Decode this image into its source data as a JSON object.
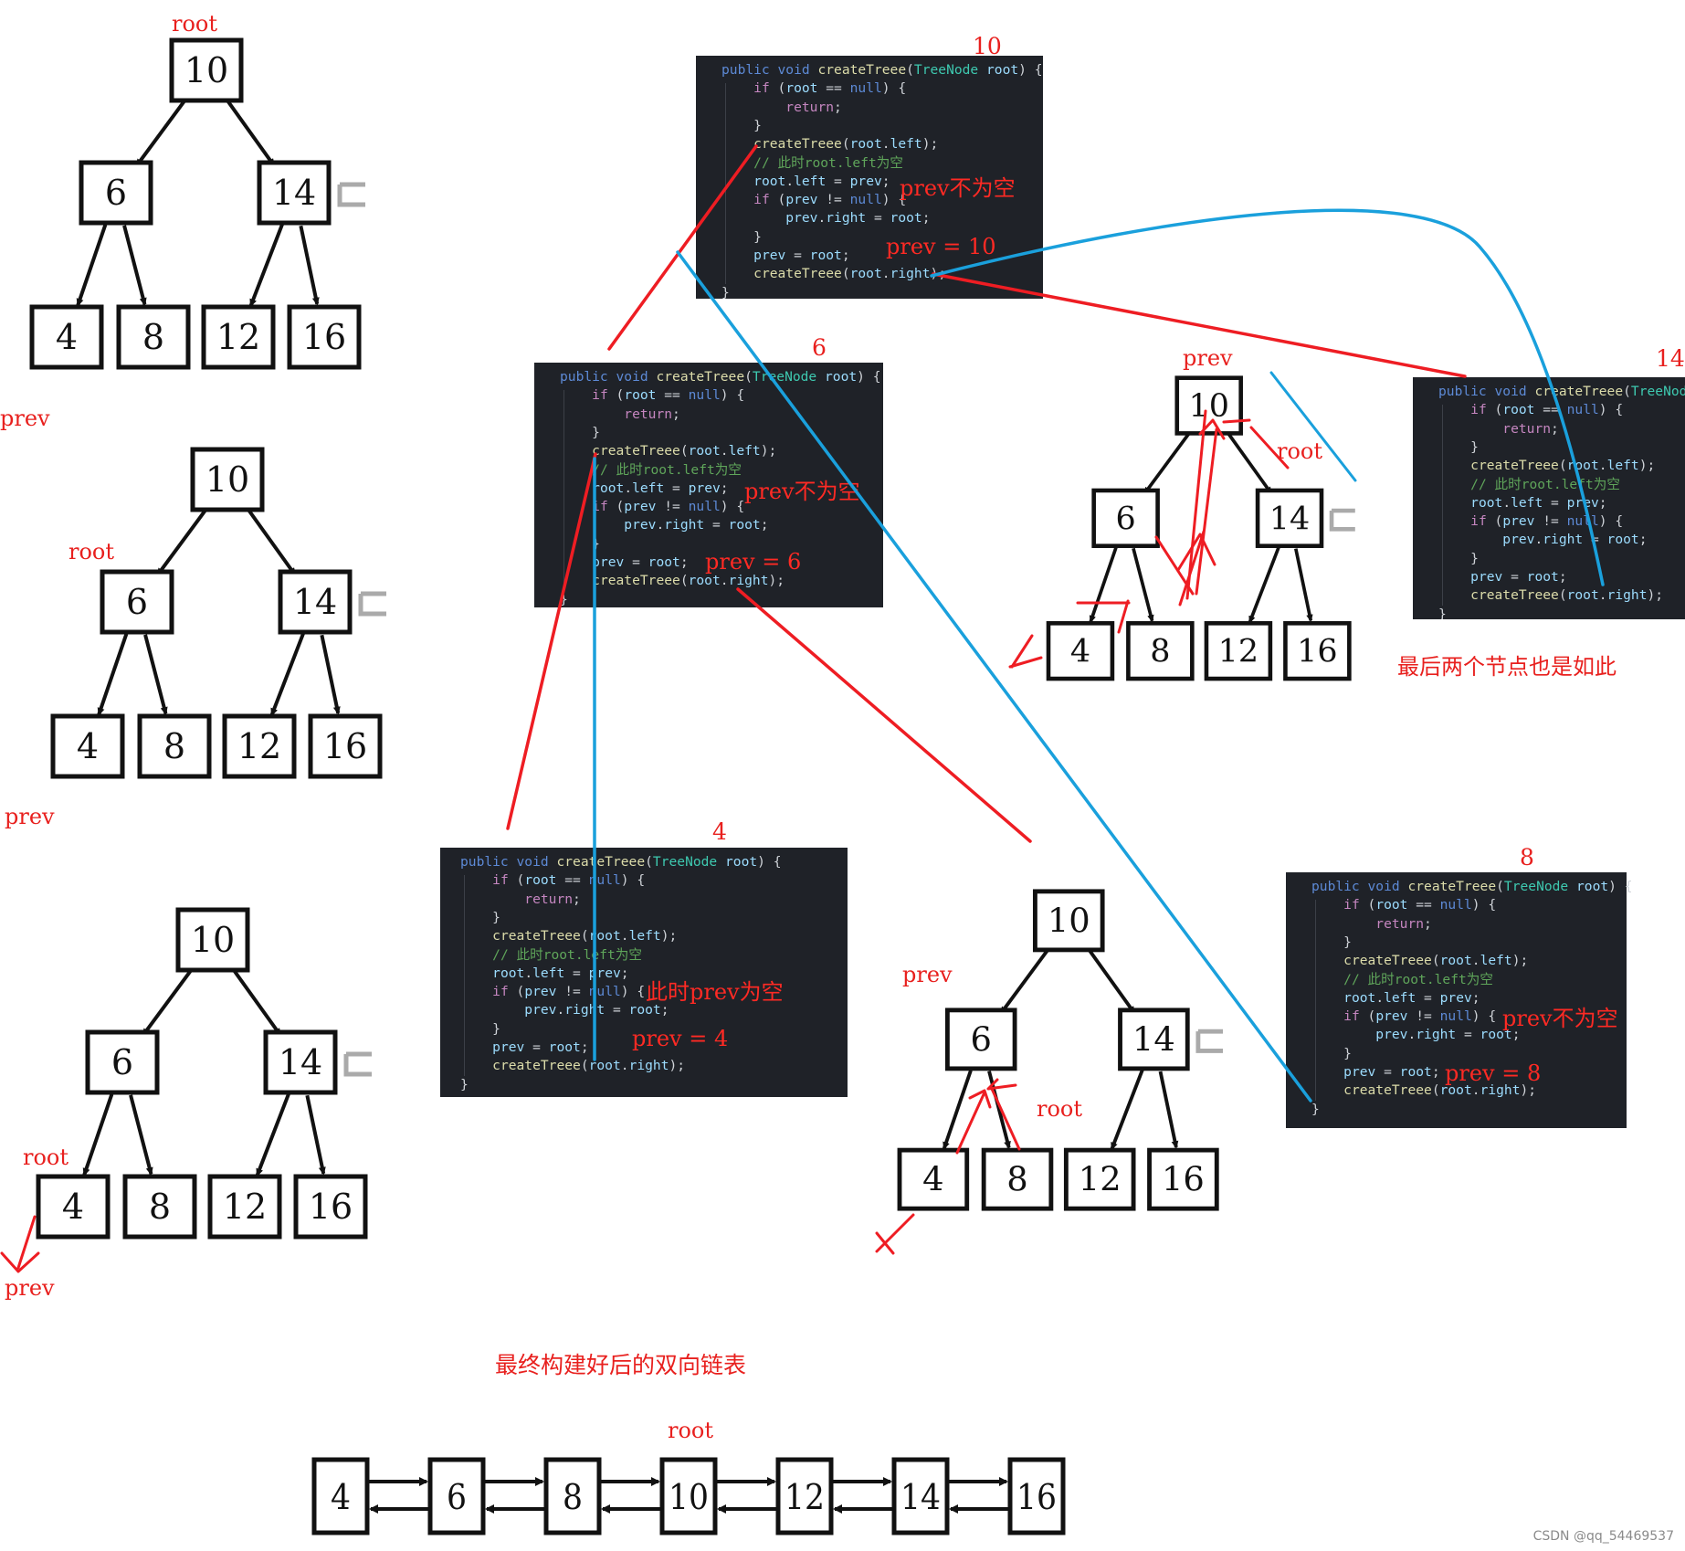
{
  "labels": {
    "root": "root",
    "prev": "prev"
  },
  "trees": [
    {
      "nodes": [
        "10",
        "6",
        "14",
        "4",
        "8",
        "12",
        "16"
      ]
    }
  ],
  "list": {
    "title": "最终构建好后的双向链表",
    "nodes": [
      "4",
      "6",
      "8",
      "10",
      "12",
      "14",
      "16"
    ]
  },
  "code": {
    "header": "public void createTreee(TreeNode root) {",
    "lines": [
      "public void createTreee(TreeNode root) {",
      "    if (root == null) {",
      "        return;",
      "    }",
      "    createTreee(root.left);",
      "    // 此时root.left为空",
      "    root.left = prev;",
      "    if (prev != null) {",
      "        prev.right = root;",
      "    }",
      "    prev = root;",
      "    createTreee(root.right);",
      "}"
    ],
    "frames": [
      {
        "num": "10",
        "note1": "prev不为空",
        "note2": "prev  =  10"
      },
      {
        "num": "6",
        "note1": "prev不为空",
        "note2": "prev  =  6"
      },
      {
        "num": "4",
        "note1": "此时prev为空",
        "note2": "prev  =  4"
      },
      {
        "num": "8",
        "note1": "prev不为空",
        "note2": "prev  =  8"
      },
      {
        "num": "14",
        "note1": "",
        "note2": ""
      }
    ]
  },
  "notes": {
    "last_two": "最后两个节点也是如此"
  },
  "watermark": "CSDN @qq_54469537"
}
